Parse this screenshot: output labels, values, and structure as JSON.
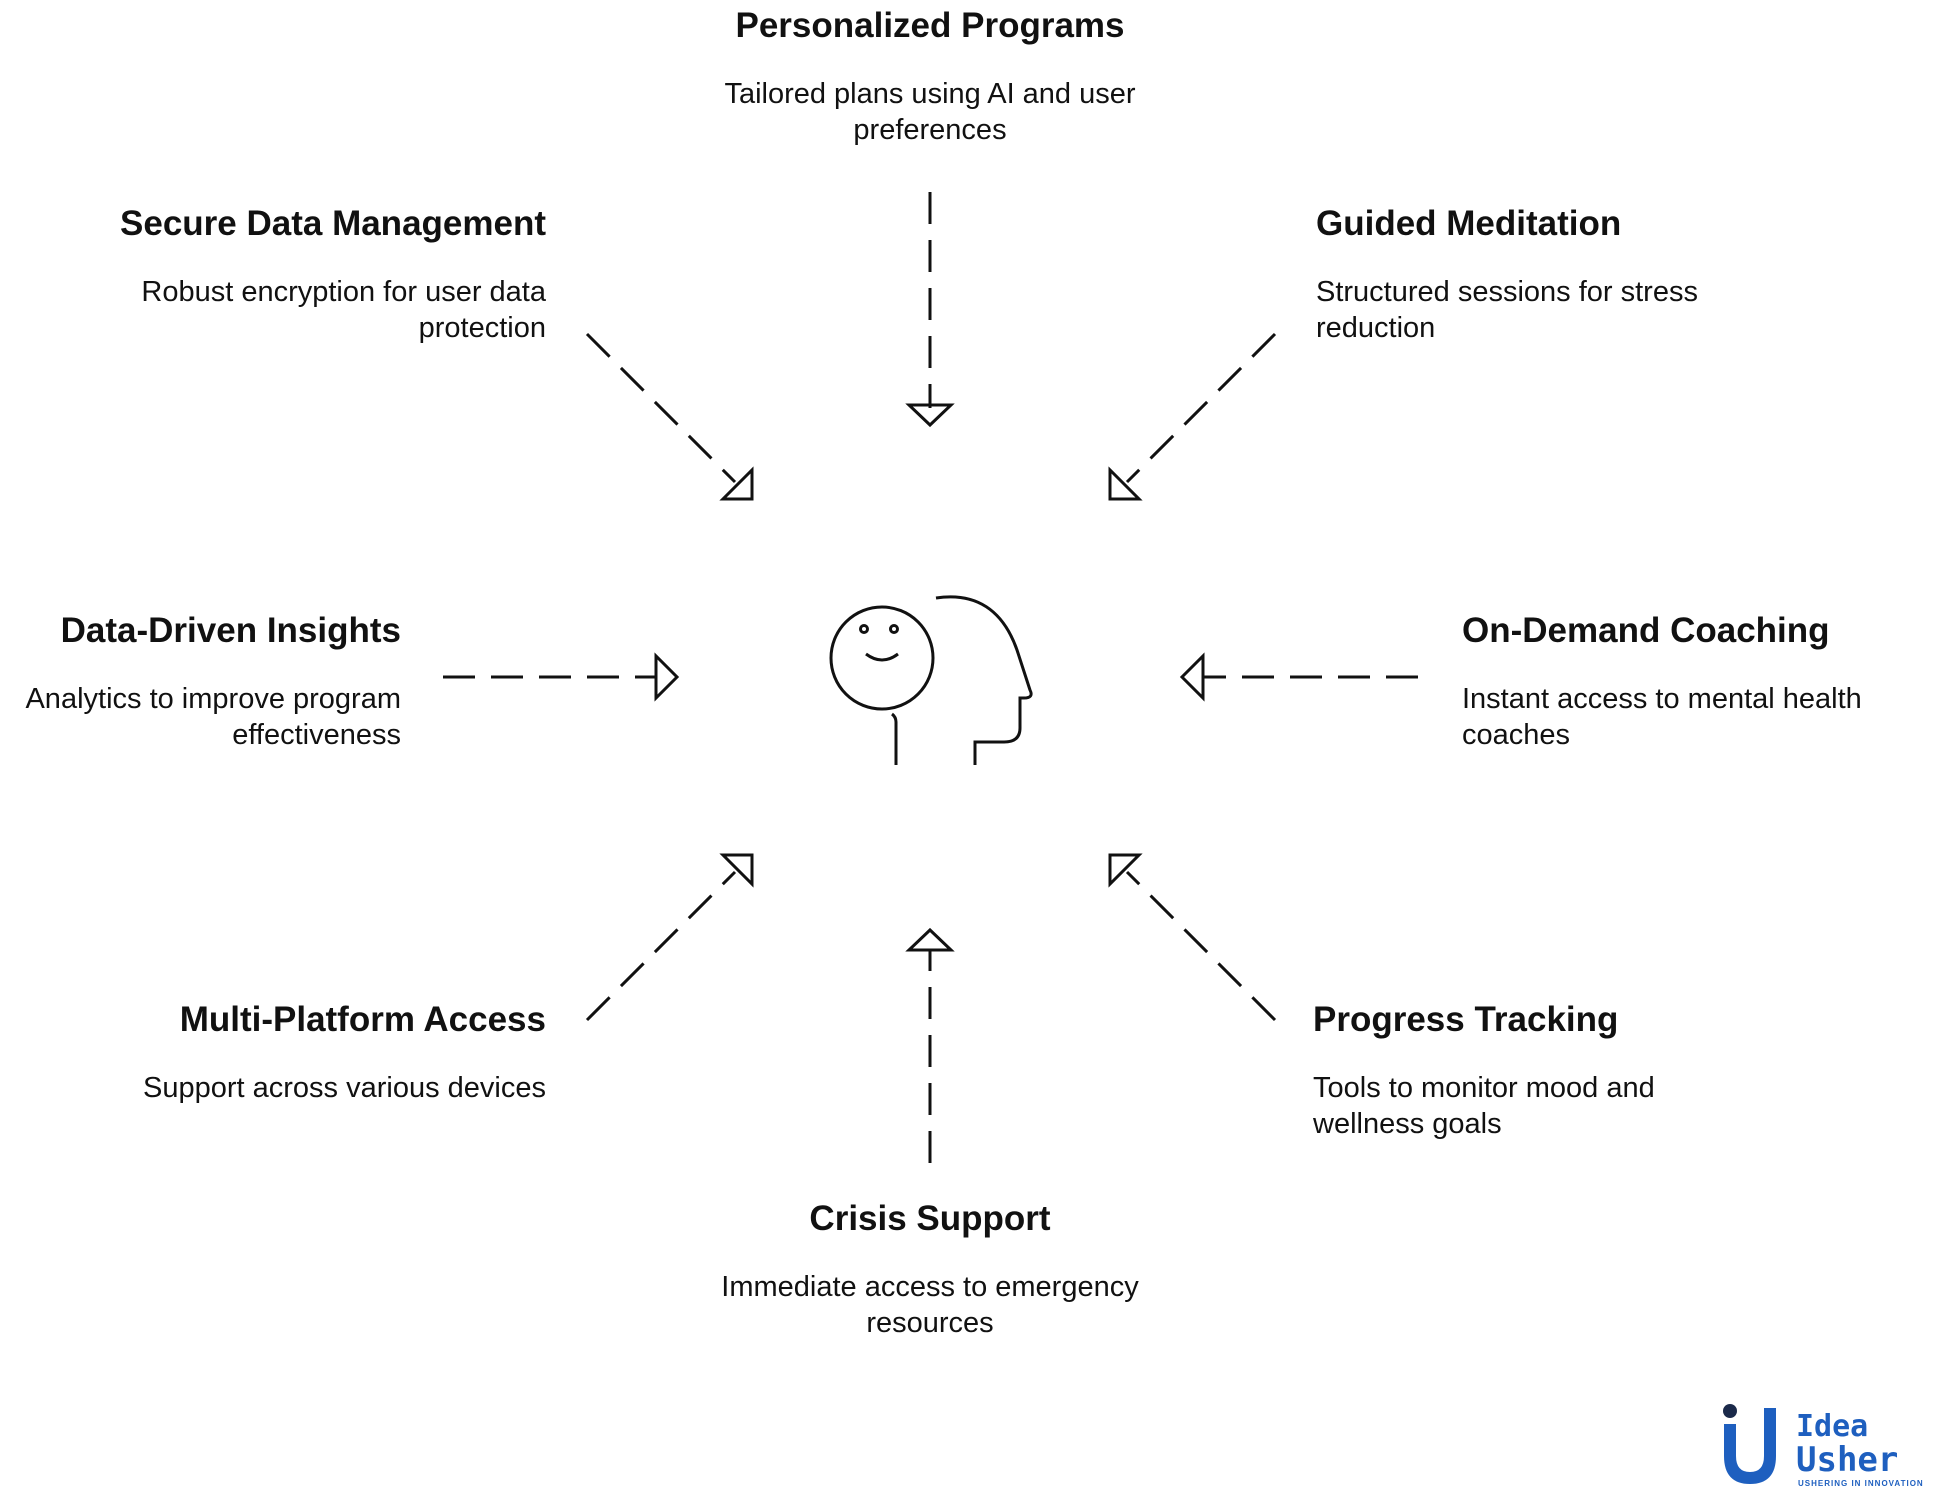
{
  "features": {
    "personalized": {
      "title": "Personalized Programs",
      "desc": "Tailored plans using AI and user preferences"
    },
    "secure": {
      "title": "Secure Data Management",
      "desc": "Robust encryption for user data protection"
    },
    "guided": {
      "title": "Guided Meditation",
      "desc": "Structured sessions for stress reduction"
    },
    "insights": {
      "title": "Data-Driven Insights",
      "desc": "Analytics to improve program effectiveness"
    },
    "ondemand": {
      "title": "On-Demand Coaching",
      "desc": "Instant access to mental health coaches"
    },
    "multiplatform": {
      "title": "Multi-Platform Access",
      "desc": "Support across various devices"
    },
    "progress": {
      "title": "Progress Tracking",
      "desc": "Tools to monitor mood and wellness goals"
    },
    "crisis": {
      "title": "Crisis Support",
      "desc": "Immediate access to emergency resources"
    }
  },
  "logo": {
    "word_top": "Idea",
    "word_bottom": "Usher",
    "tagline": "USHERING IN INNOVATION"
  },
  "colors": {
    "ink": "#111111",
    "logo_blue": "#1e5fbf",
    "logo_dark": "#1b2a4a"
  }
}
